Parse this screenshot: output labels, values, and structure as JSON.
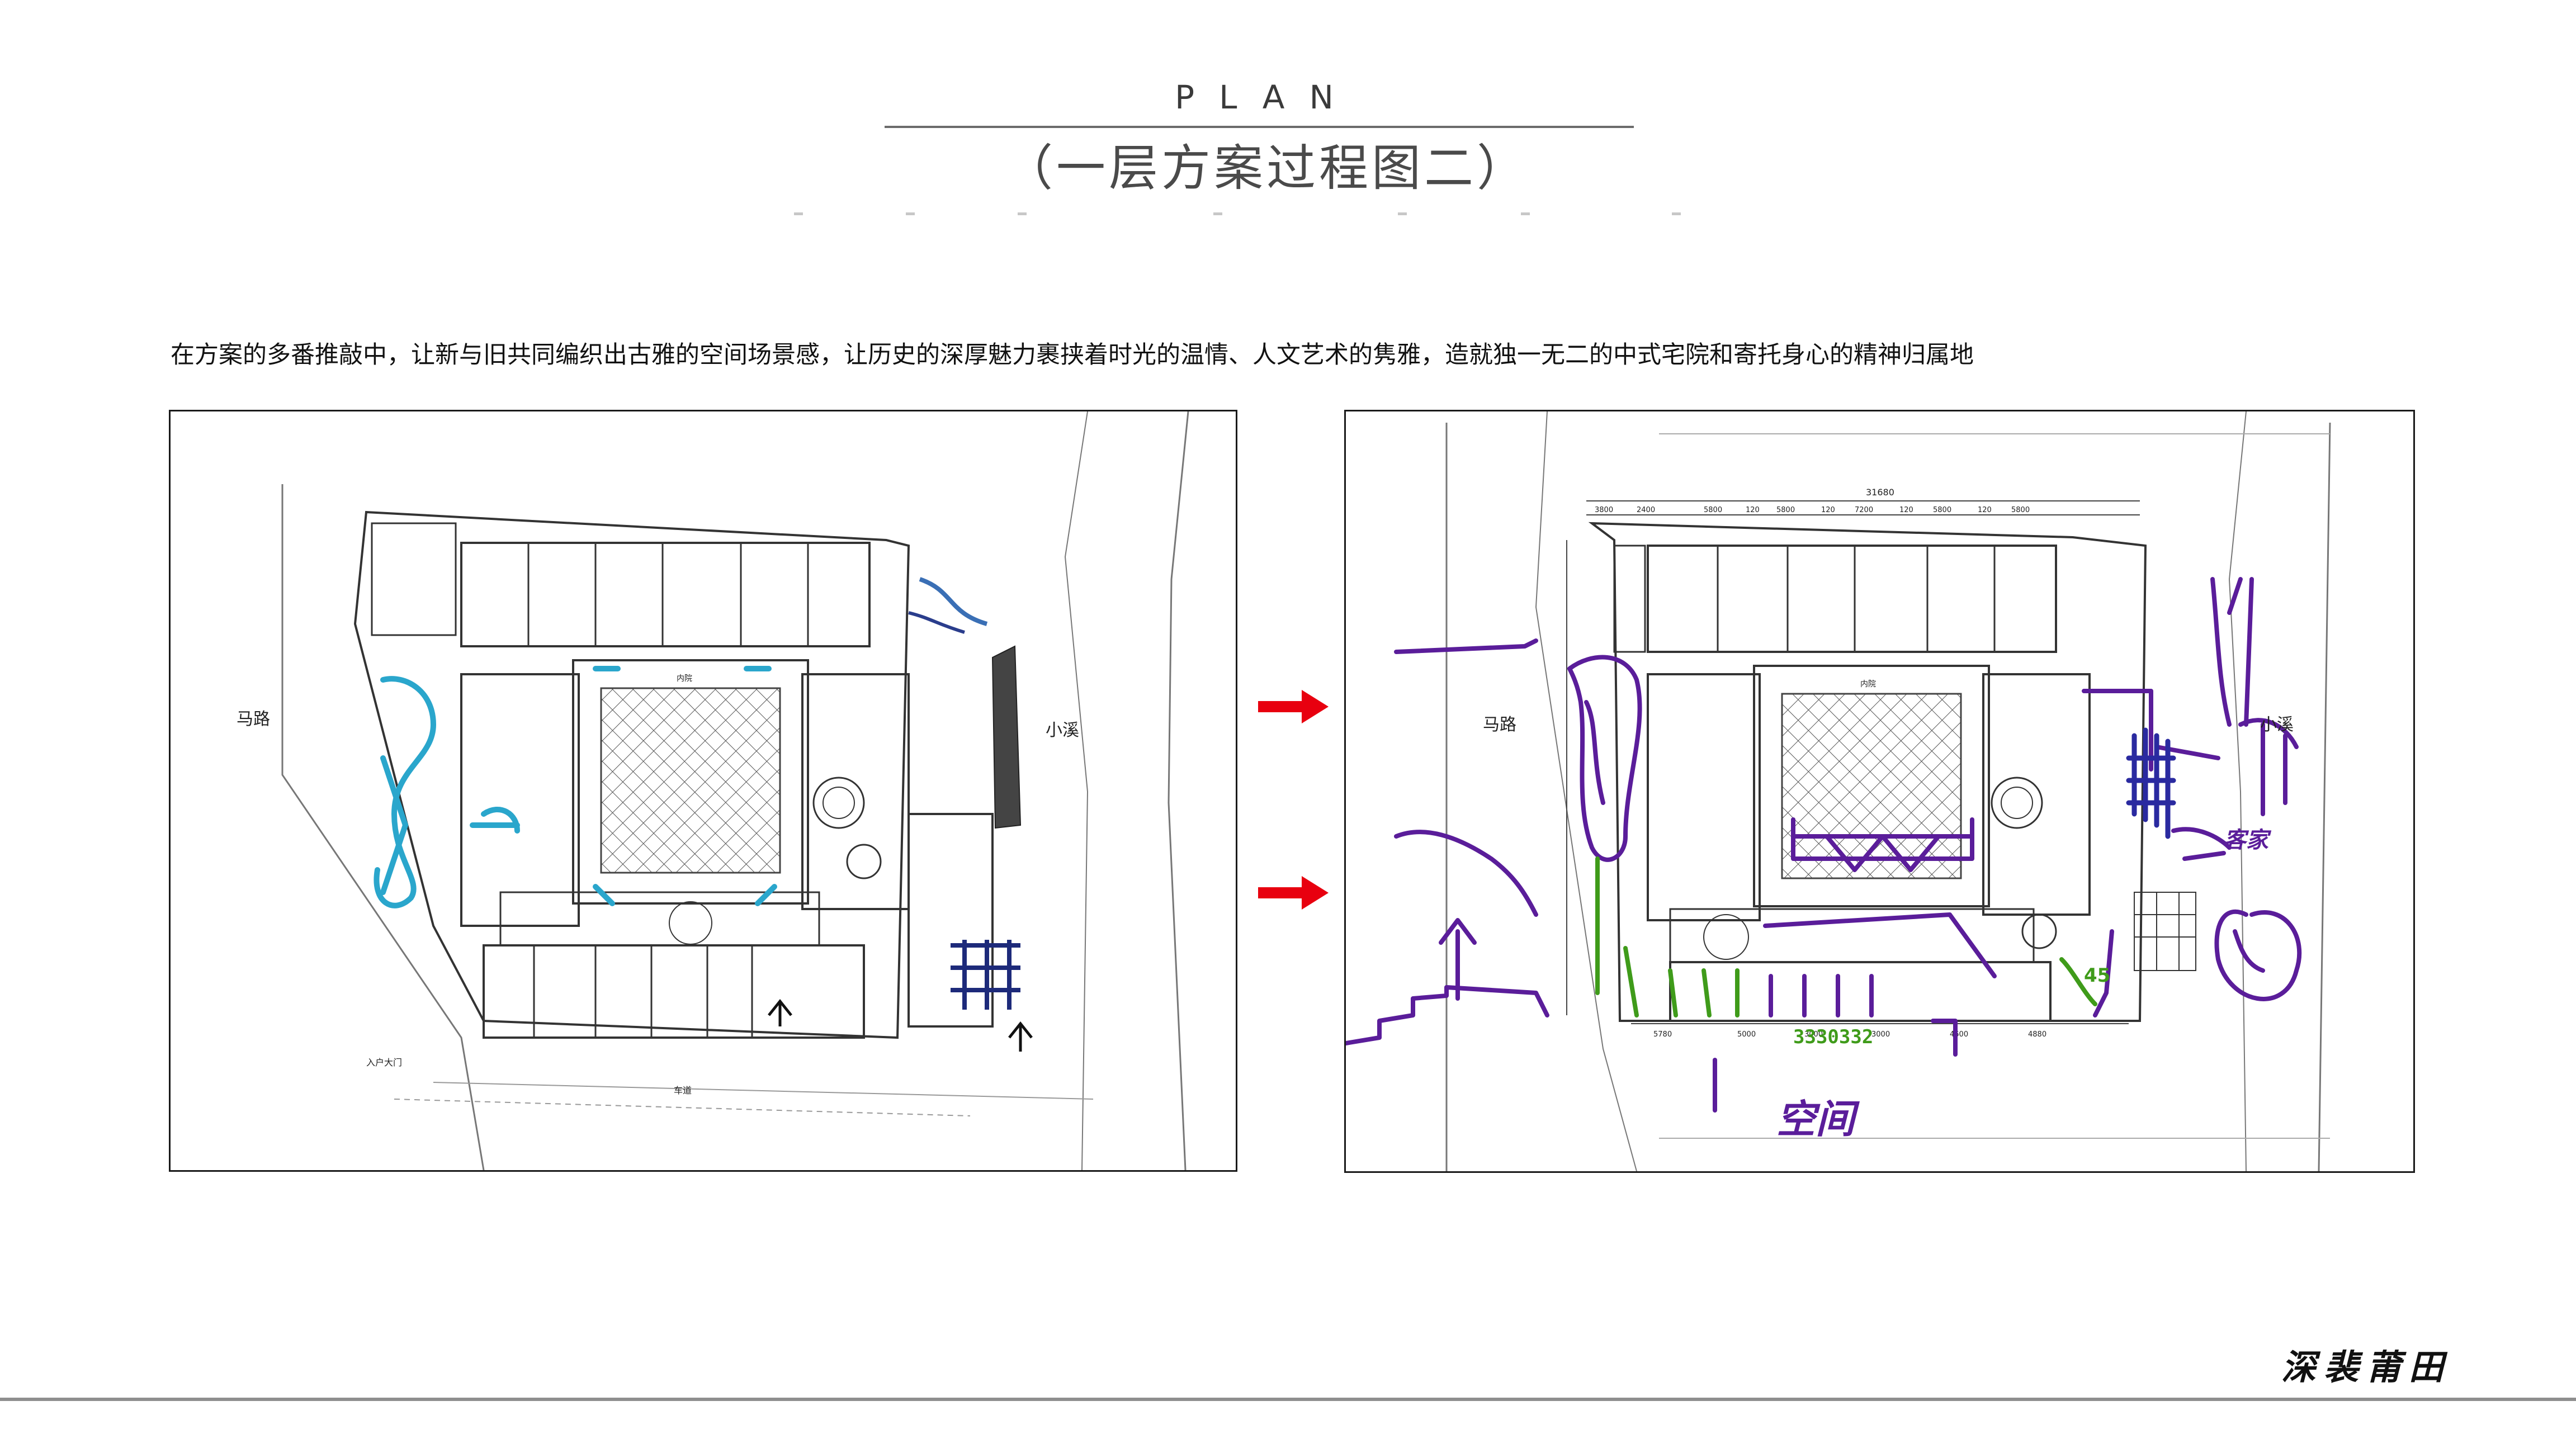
{
  "header": {
    "title": "PLAN",
    "subtitle": "（一层方案过程图二）"
  },
  "intro_text": "在方案的多番推敲中，让新与旧共同编织出古雅的空间场景感，让历史的深厚魅力裹挟着时光的温情、人文艺术的隽雅，造就独一无二的中式宅院和寄托身心的精神归属地",
  "left_plan": {
    "road_label": "马路",
    "stream_label": "小溪",
    "bottom_road_label": "车道",
    "entrance_label": "入户大门",
    "courtyard_label": "内院"
  },
  "right_plan": {
    "road_label": "马路",
    "stream_label": "小溪",
    "courtyard_label": "内院",
    "overall_dimension": "31680",
    "top_dimensions": [
      "3800",
      "2400",
      "5800",
      "120",
      "5800",
      "120",
      "7200",
      "120",
      "5800",
      "120",
      "5800"
    ],
    "bottom_dimensions": [
      "5780",
      "5000",
      "3000",
      "3000",
      "4600",
      "4880"
    ],
    "handwritten_numbers": "3330332",
    "handwritten_45": "45",
    "handwritten_word": "空间",
    "handwritten_word_2": "客家"
  },
  "colors": {
    "arrow": "#e8000f",
    "purple_marker": "#5a1d9a",
    "green_marker": "#3f9b1a",
    "blue_marker": "#2aa6cc",
    "navy_marker": "#1d2a7a"
  },
  "footer": {
    "signature": "深裴莆田"
  }
}
